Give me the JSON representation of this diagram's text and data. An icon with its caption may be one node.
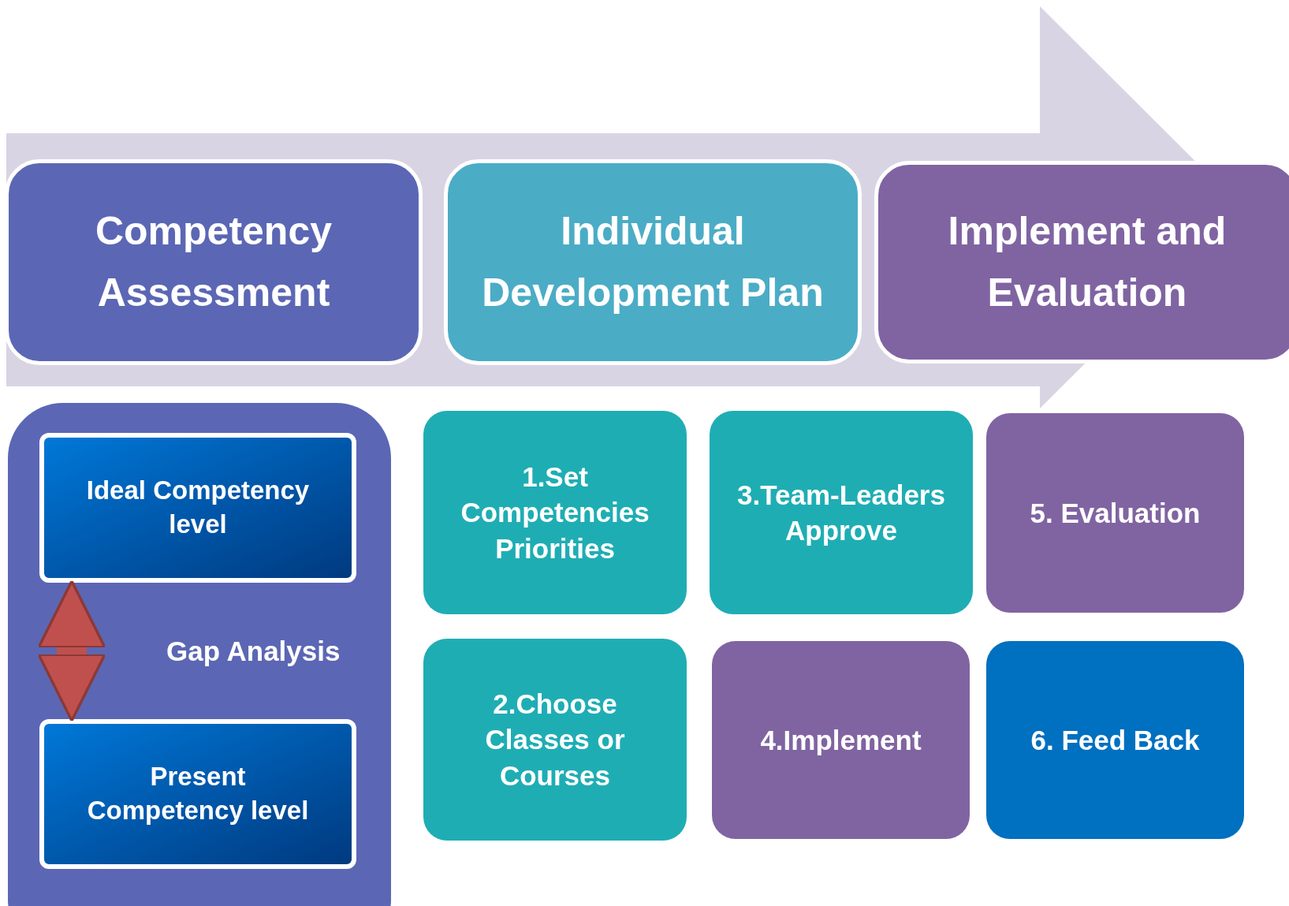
{
  "diagram": {
    "nodes": [
      {
        "text": [
          "Competency Assessment"
        ]
      },
      {
        "text": [
          "Individual Development Plan"
        ]
      },
      {
        "text": [
          "Implement and Evaluation"
        ]
      },
      {
        "text": [],
        "shape": "box"
      },
      {
        "text": [
          "Ideal Competency level"
        ],
        "in": 3
      },
      {
        "text": [
          "Present Competency level"
        ],
        "in": 3
      },
      {
        "text": [
          "1.Set Competencies Priorities"
        ]
      },
      {
        "text": [
          "3.Team-Leaders Approve"
        ]
      },
      {
        "text": [
          "5. Evaluation"
        ]
      },
      {
        "text": [
          "2.Choose Classes or Courses"
        ]
      },
      {
        "text": [
          "4.Implement"
        ]
      },
      {
        "text": [
          "6. Feed Back"
        ]
      }
    ],
    "edges": [
      {
        "from": 4,
        "to": 5,
        "arrow": "both",
        "label": "Gap Analysis",
        "color": "#c0504d"
      }
    ]
  }
}
